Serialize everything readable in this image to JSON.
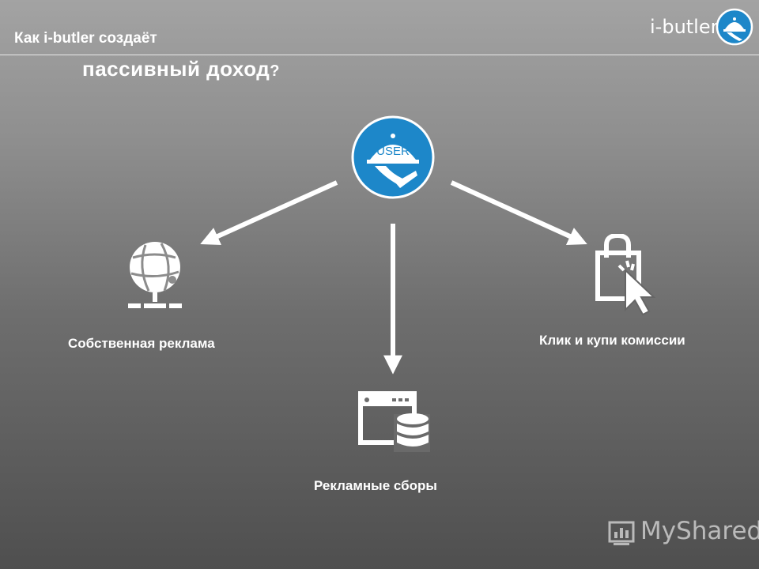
{
  "slide": {
    "title_line1": "Как i-butler создаёт",
    "title_line2": "пассивный доход",
    "title_qmark": "?",
    "brand": "i-butler",
    "center_badge": "USER",
    "labels": {
      "own_ads": "Собственная реклама",
      "click_buy": "Клик и купи комиссии",
      "ad_fees": "Рекламные сборы"
    },
    "watermark": "MyShared"
  },
  "colors": {
    "accent_blue": "#1d87c9",
    "white": "#ffffff"
  },
  "icons": [
    "globe-network-icon",
    "shopping-bag-cursor-icon",
    "browser-database-icon",
    "butler-cloche-icon"
  ]
}
